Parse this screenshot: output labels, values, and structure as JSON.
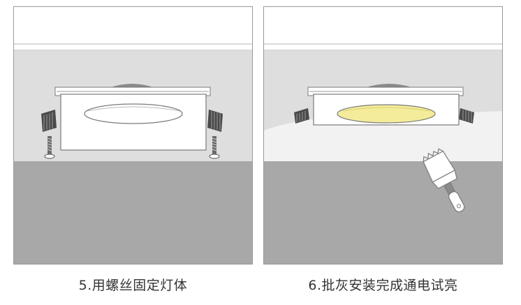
{
  "steps": [
    {
      "number": "5",
      "caption": "5.用螺丝固定灯体"
    },
    {
      "number": "6",
      "caption": "6.批灰安装完成通电试亮"
    }
  ],
  "colors": {
    "frame": "#9a9a9a",
    "ceiling": "#ffffff",
    "wall": "#dedede",
    "floor": "#a8a8a8",
    "fixture": "#ffffff",
    "fixture_edge": "#7a7a7a",
    "spring_clip": "#4a4a4a",
    "screw": "#6a6a6a",
    "lamp_glow": "#f4ec9a",
    "putty": "#f2f2f2",
    "brush_handle": "#ffffff",
    "brush_stroke": "#8a8a8a"
  },
  "icons": [
    "spring-clip-icon",
    "screw-icon",
    "paint-brush-icon"
  ]
}
